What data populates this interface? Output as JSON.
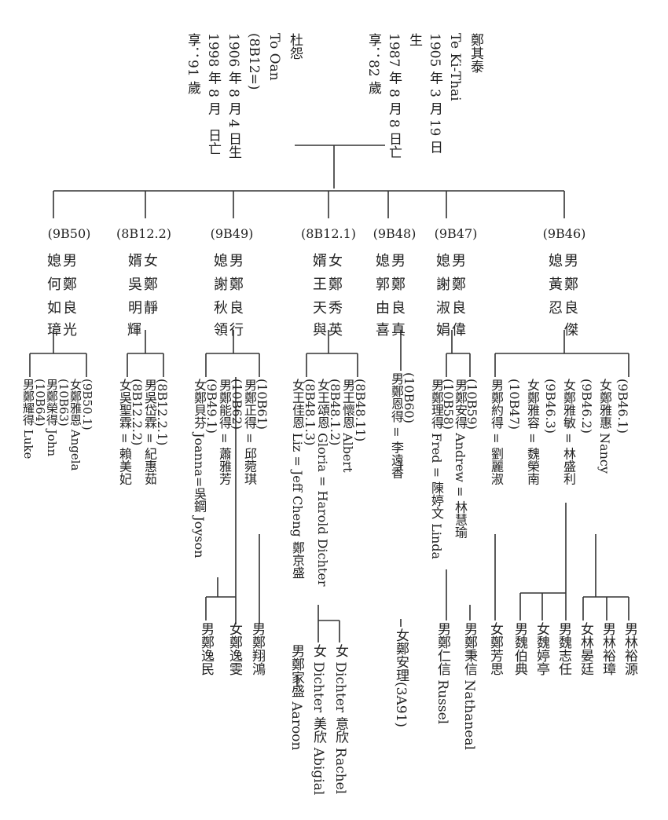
{
  "root": {
    "father": {
      "lines": [
        "鄭其泰",
        "Te Ki-Thai",
        "1905 年 3 月 19 日",
        "生",
        "1987 年 8 月 8 日亡",
        "享：82 歲"
      ]
    },
    "mother": {
      "lines": [
        "杜怨",
        "To Oan",
        "(8B12=)",
        "1906 年 8 月 4 日生",
        "1998 年 8 月　日亡",
        "享：91 歲"
      ]
    }
  },
  "branches": [
    {
      "code": "(9B50)",
      "rows": [
        "媳男",
        "何鄭",
        "如良",
        "璋光"
      ]
    },
    {
      "code": "(8B12.2)",
      "rows": [
        "婿女",
        "吳鄭",
        "明靜",
        "輝"
      ]
    },
    {
      "code": "(9B49)",
      "rows": [
        "媳男",
        "謝鄭",
        "秋良",
        "領行"
      ]
    },
    {
      "code": "(8B12.1)",
      "rows": [
        "婿女",
        "王鄭",
        "天秀",
        "與英"
      ]
    },
    {
      "code": "(9B48)",
      "rows": [
        "媳男",
        "郭鄭",
        "由良",
        "喜真"
      ]
    },
    {
      "code": "(9B47)",
      "rows": [
        "媳男",
        "謝鄭",
        "淑良",
        "娟偉"
      ]
    },
    {
      "code": "(9B46)",
      "rows": [
        "媳男",
        "黃鄭",
        "忍良",
        "傑"
      ]
    }
  ],
  "grandchildren": {
    "g9b50": [
      "(9B50.1)",
      "女鄭雅恩 Angela",
      "(10B63)",
      "男鄭榮得 John",
      "(10B64)",
      "男鄭耀得 Luke"
    ],
    "g8b122": [
      "(8B12.2.1)",
      "男吳岱霖 = 紀惠茹",
      "(8B12.2.2)",
      "女吳聖霖 = 賴美妃"
    ],
    "g9b49": [
      "(10B61)",
      "男鄭正得 = 邱菀琪",
      "(10B62)",
      "男鄭能得 = 蕭雅芳",
      "(9B49.1)",
      "女鄭貝芬 Joanna=吳鋼 Joyson"
    ],
    "g9b49_sub": [
      "男鄭翔鴻",
      "女鄭逸雯",
      "男鄭逸民"
    ],
    "g8b121": [
      "(8B48.11)",
      "男王懷恩 Albert",
      "(8B48.1.2)",
      "女王頌恩 Gloria = Harold Dichter",
      "(8B48.1.3)",
      "女王佳恩 Liz = Jeff Cheng 鄭京盛"
    ],
    "g8b121_sub": [
      "女 Dichter 意欣 Rachel",
      "女 Dichter 美欣 Abigial",
      "男鄭家盛 Aaroon"
    ],
    "g9b48": [
      "(10B60)",
      "男鄭恩得 = 李遠香"
    ],
    "g9b48_sub": [
      "女鄭安理(3A91)"
    ],
    "g9b47": [
      "(10B59)",
      "男鄭安得 Andrew = 林慧瑜",
      "(10B58)",
      "男鄭理得 Fred = 陳婷文 Linda"
    ],
    "g9b47_sub": [
      "男鄭秉信 Nathaneal",
      "男鄭仁信 Russel"
    ],
    "g9b46": [
      "(9B46.1)",
      "女鄭雅惠 Nancy",
      "(9B46.2)",
      "女鄭雅敏 = 林盛利",
      "(9B46.3)",
      "女鄭雅容 = 魏榮南",
      "(10B47)",
      "男鄭約得 = 劉麗淑"
    ],
    "g9b46_sub": [
      "男林裕源",
      "男林裕璋",
      "女林晏廷",
      "男魏志任",
      "女魏婷亭",
      "男魏伯典",
      "女鄭芳思"
    ]
  }
}
